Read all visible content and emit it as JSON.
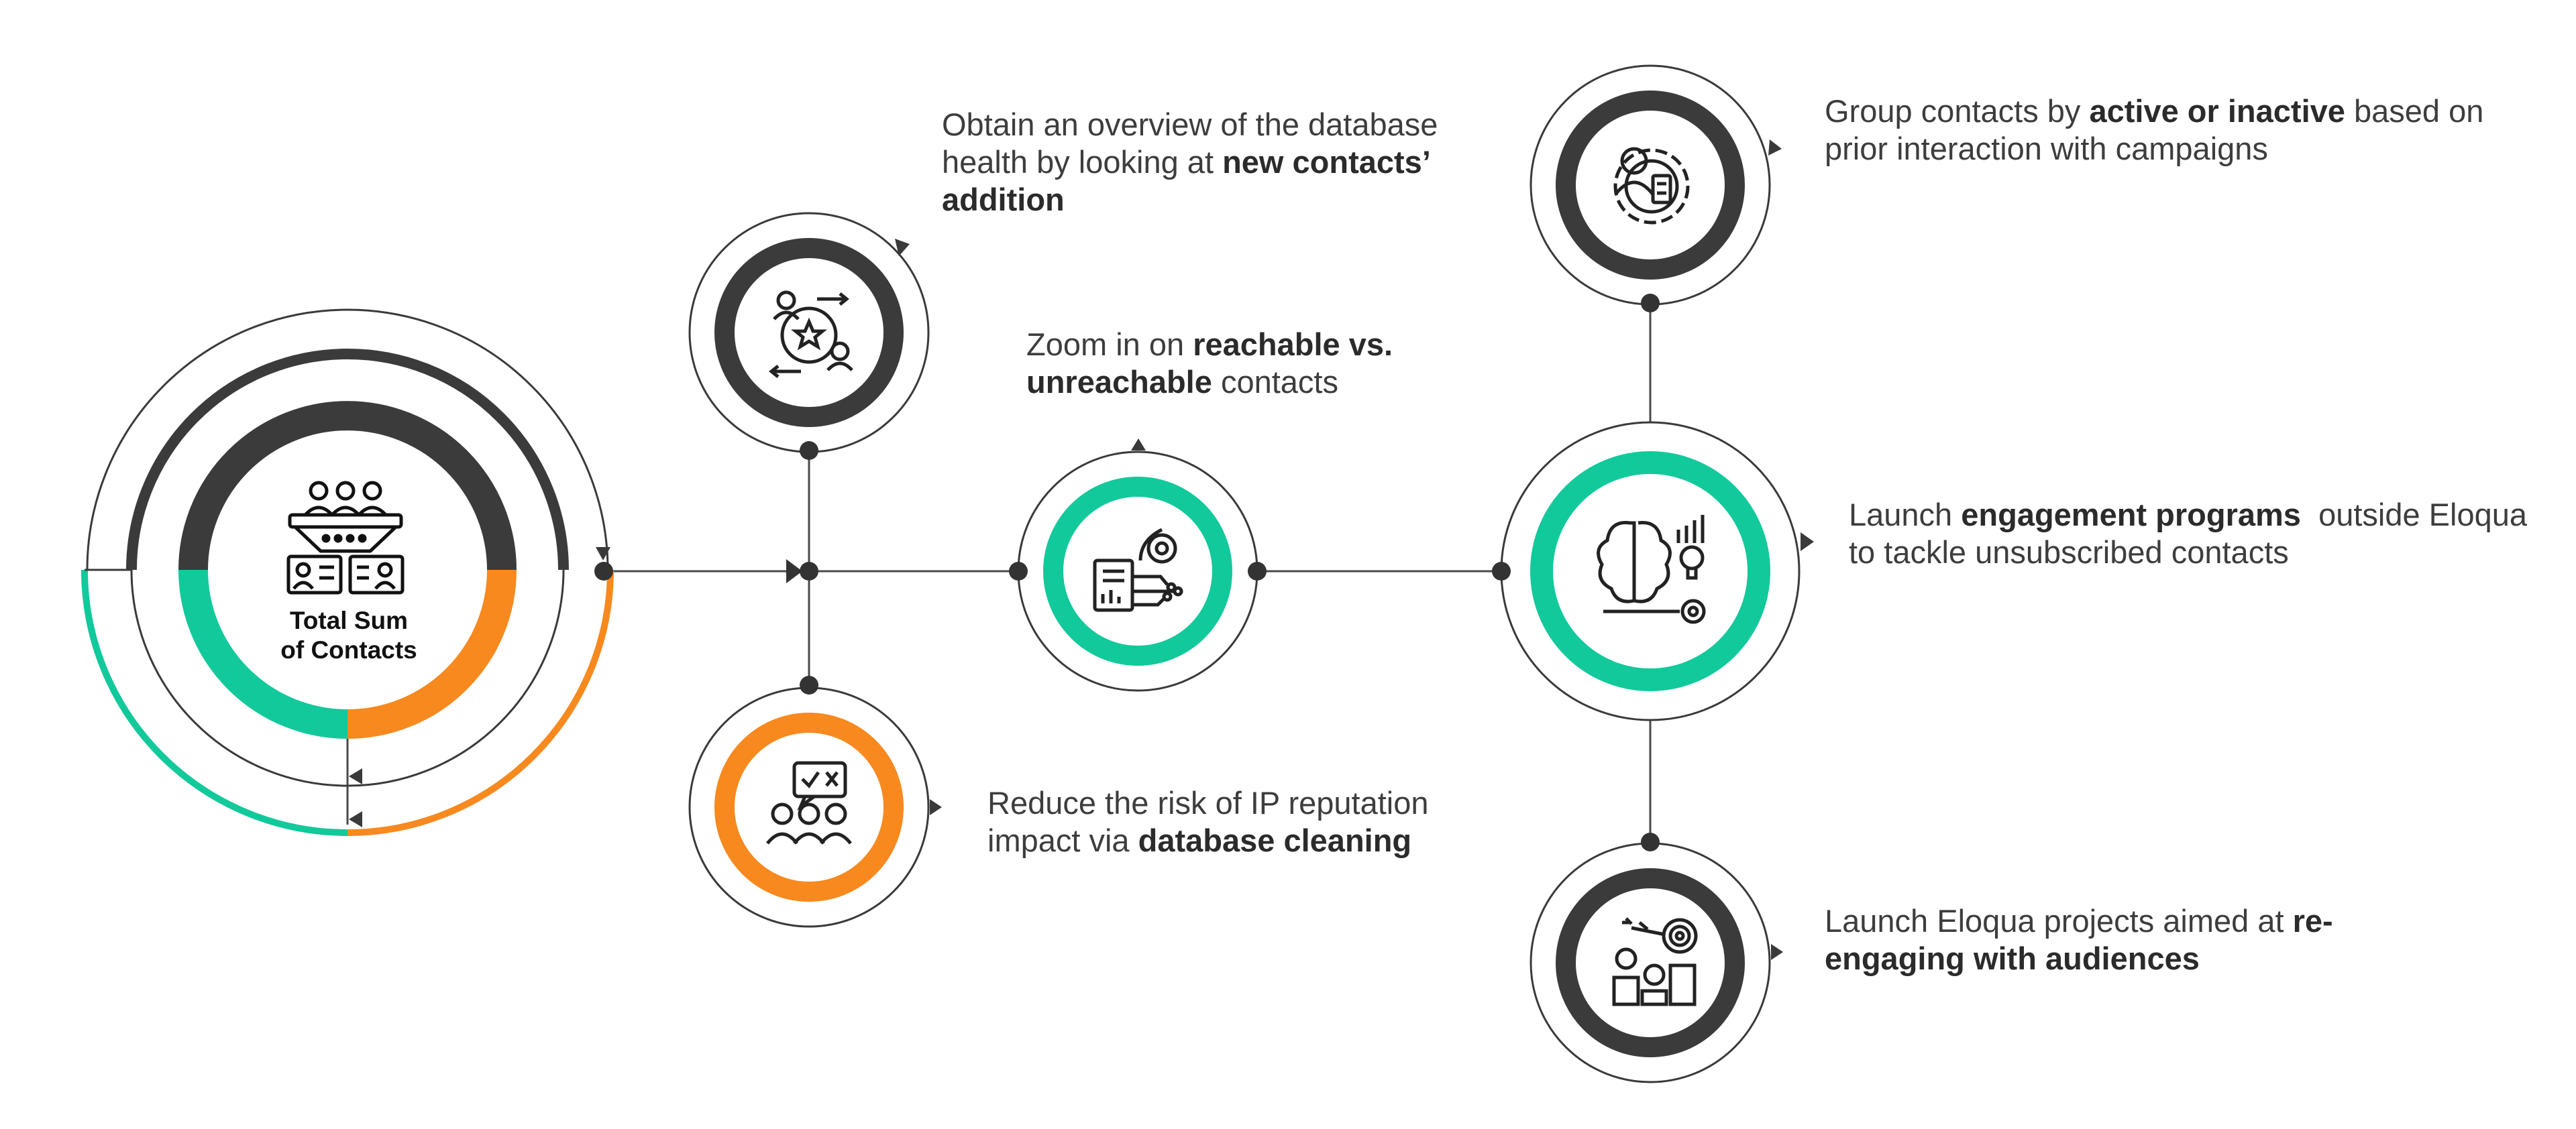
{
  "colors": {
    "dark": "#3b3b3b",
    "green": "#12c99b",
    "orange": "#f7891e",
    "line": "#4a4a4a"
  },
  "center": {
    "title_line1": "Total Sum",
    "title_line2": "of Contacts",
    "icon": "funnel-people-icon"
  },
  "nodes": [
    {
      "id": "new-contacts",
      "icon": "people-gear-star-icon",
      "text_before": "Obtain an overview of the database health by looking at ",
      "text_bold": "new contacts’ addition",
      "text_after": ""
    },
    {
      "id": "database-cleaning",
      "icon": "group-chat-check-icon",
      "text_before": "Reduce the risk of IP reputation impact via ",
      "text_bold": "database cleaning",
      "text_after": ""
    },
    {
      "id": "reachable",
      "icon": "document-gear-network-icon",
      "text_before": "Zoom in on ",
      "text_bold": "reachable vs. unreachable",
      "text_after": " contacts"
    },
    {
      "id": "active-inactive",
      "icon": "person-gear-icon",
      "text_before": "Group contacts by ",
      "text_bold": "active or inactive",
      "text_after": " based on prior interaction with campaigns"
    },
    {
      "id": "engagement-programs",
      "icon": "brain-gear-idea-icon",
      "text_before": "Launch ",
      "text_bold": "engagement programs",
      "text_after": "  outside Eloqua to tackle unsubscribed contacts"
    },
    {
      "id": "re-engaging",
      "icon": "audience-target-icon",
      "text_before": "Launch Eloqua projects aimed at ",
      "text_bold": "re-engaging with audiences",
      "text_after": ""
    }
  ]
}
